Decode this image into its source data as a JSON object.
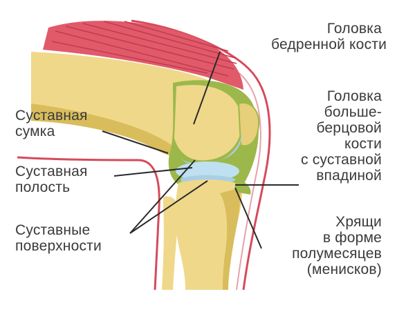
{
  "diagram": {
    "labels": {
      "femur_head": [
        "Головка",
        "бедренной кости"
      ],
      "tibia_head": [
        "Головка",
        "больше-",
        "берцовой",
        "кости",
        "с суставной",
        "впадиной"
      ],
      "joint_capsule": [
        "Суставная",
        "сумка"
      ],
      "joint_cavity": [
        "Суставная",
        "полость"
      ],
      "joint_surfaces": [
        "Суставные",
        "поверхности"
      ],
      "menisci": [
        "Хрящи",
        "в форме",
        "полумесяцев",
        "(менисков)"
      ]
    },
    "colors": {
      "muscle": "#e05a6a",
      "muscle_stripe": "#c23a50",
      "bone": "#efd88a",
      "bone_shade": "#d9bd5c",
      "capsule": "#9cb84a",
      "cartilage": "#a9cfe6",
      "skin_line": "#d64a5a",
      "leader": "#2a2a2a",
      "text": "#3a3a3a"
    }
  }
}
